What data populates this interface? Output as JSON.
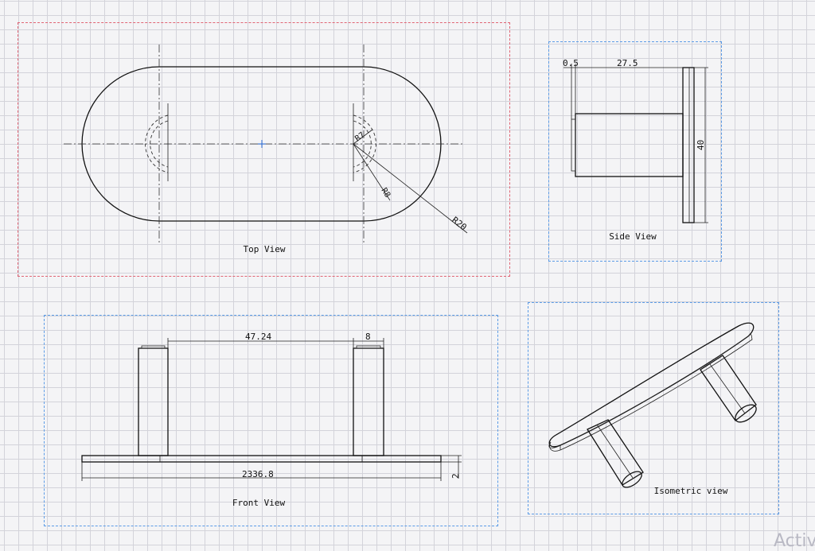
{
  "views": {
    "top": {
      "label": "Top View",
      "dimensions": {
        "r_inner": "R7",
        "r_outer": "R8",
        "r_end": "R20"
      }
    },
    "side": {
      "label": "Side View",
      "dimensions": {
        "offset": "0.5",
        "length": "27.5",
        "height": "40"
      }
    },
    "front": {
      "label": "Front View",
      "dimensions": {
        "center_distance": "47.24",
        "pin_width": "8",
        "overall_length": "2336.8",
        "thickness": "2"
      }
    },
    "isometric": {
      "label": "Isometric view"
    }
  },
  "watermark": "Activ"
}
